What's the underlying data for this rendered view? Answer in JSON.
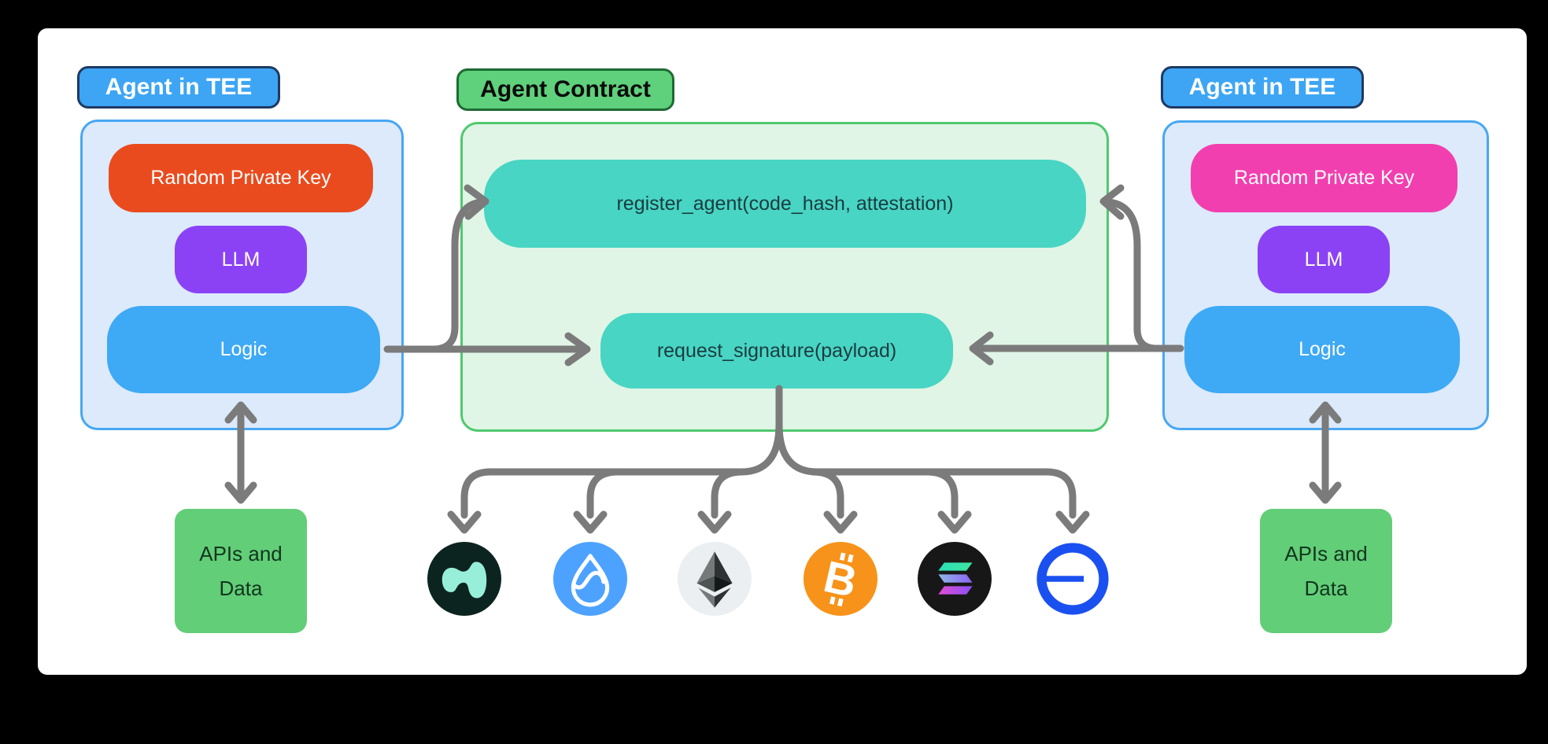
{
  "scene": {
    "left_agent": {
      "label": "Agent in TEE",
      "private_key": "Random Private Key",
      "llm": "LLM",
      "logic": "Logic",
      "apis": "APIs and Data"
    },
    "contract": {
      "label": "Agent Contract",
      "register_fn": "register_agent(code_hash, attestation)",
      "request_fn": "request_signature(payload)"
    },
    "right_agent": {
      "label": "Agent in TEE",
      "private_key": "Random Private Key",
      "llm": "LLM",
      "logic": "Logic",
      "apis": "APIs and Data"
    },
    "chains": [
      {
        "icon": "hyperliquid-icon"
      },
      {
        "icon": "sui-icon"
      },
      {
        "icon": "ethereum-icon"
      },
      {
        "icon": "bitcoin-icon"
      },
      {
        "icon": "solana-icon"
      },
      {
        "icon": "base-icon"
      }
    ],
    "bitcoin_glyph": "B"
  },
  "colors": {
    "background": "#000000",
    "canvas": "#FFFFFF",
    "tee_label_fill": "#3DA5F4",
    "tee_label_border": "#1E3A63",
    "tee_box_fill": "#DCEAFB",
    "tee_box_border": "#47A7F3",
    "contract_label_fill": "#5FD07B",
    "contract_label_border": "#1E6B33",
    "contract_box_fill": "#E0F5E6",
    "contract_box_border": "#4FC96E",
    "private_key_left": "#E94B1E",
    "private_key_right": "#F23FAF",
    "llm": "#8B42F5",
    "logic": "#3EA9F5",
    "function_pill": "#48D5C3",
    "apis_box": "#62CE78",
    "arrow": "#7B7B7B",
    "hyperliquid_bg": "#0C241F",
    "hyperliquid_glyph": "#97EFDA",
    "sui_bg": "#4DA2FF",
    "ethereum_bg": "#ECEFF1",
    "bitcoin_bg": "#F7931A",
    "solana_bg": "#171717",
    "base_blue": "#1B50F0"
  }
}
